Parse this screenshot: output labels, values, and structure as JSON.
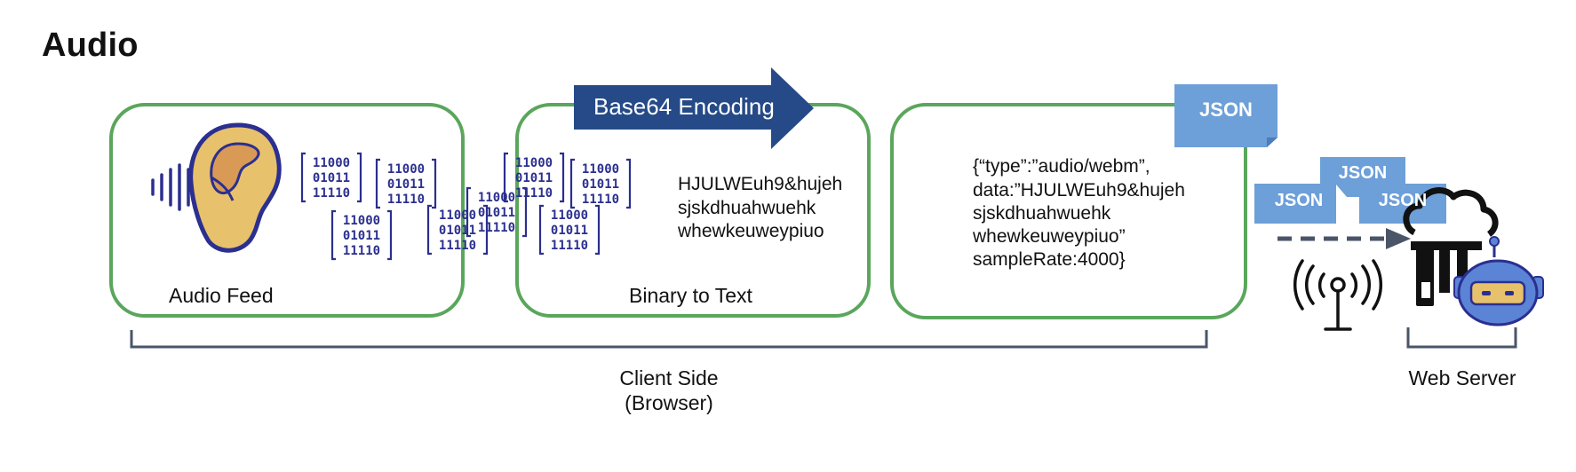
{
  "title": "Audio",
  "stages": {
    "audio_feed": {
      "label": "Audio Feed"
    },
    "binary_to_text": {
      "label": "Binary to Text",
      "encoded_lines": [
        "HJULWEuh9&hujeh",
        "sjskdhuahwuehk",
        "whewkeuweypiuo"
      ]
    },
    "json_payload": {
      "lines": [
        "{“type”:”audio/webm”,",
        "data:”HJULWEuh9&hujeh",
        "sjskdhuahwuehk",
        "whewkeuweypiuo”",
        "sampleRate:4000}"
      ]
    }
  },
  "encoding_arrow": {
    "label": "Base64 Encoding"
  },
  "json_tag": "JSON",
  "binary_glyph": {
    "row1": "11000",
    "row2": "01011",
    "row3": "11110"
  },
  "groups": {
    "client": {
      "line1": "Client Side",
      "line2": "(Browser)"
    },
    "server": {
      "label": "Web Server"
    }
  },
  "colors": {
    "box_border": "#5aa65c",
    "banner": "#264a87",
    "json_tag": "#6d9fd8",
    "binary": "#2b2f8f",
    "ear_outer": "#2b2f8f",
    "ear_fill": "#e8c16c",
    "ear_inner": "#d99a55",
    "bracket": "#4a5568",
    "robot_blue": "#5b84d6"
  }
}
